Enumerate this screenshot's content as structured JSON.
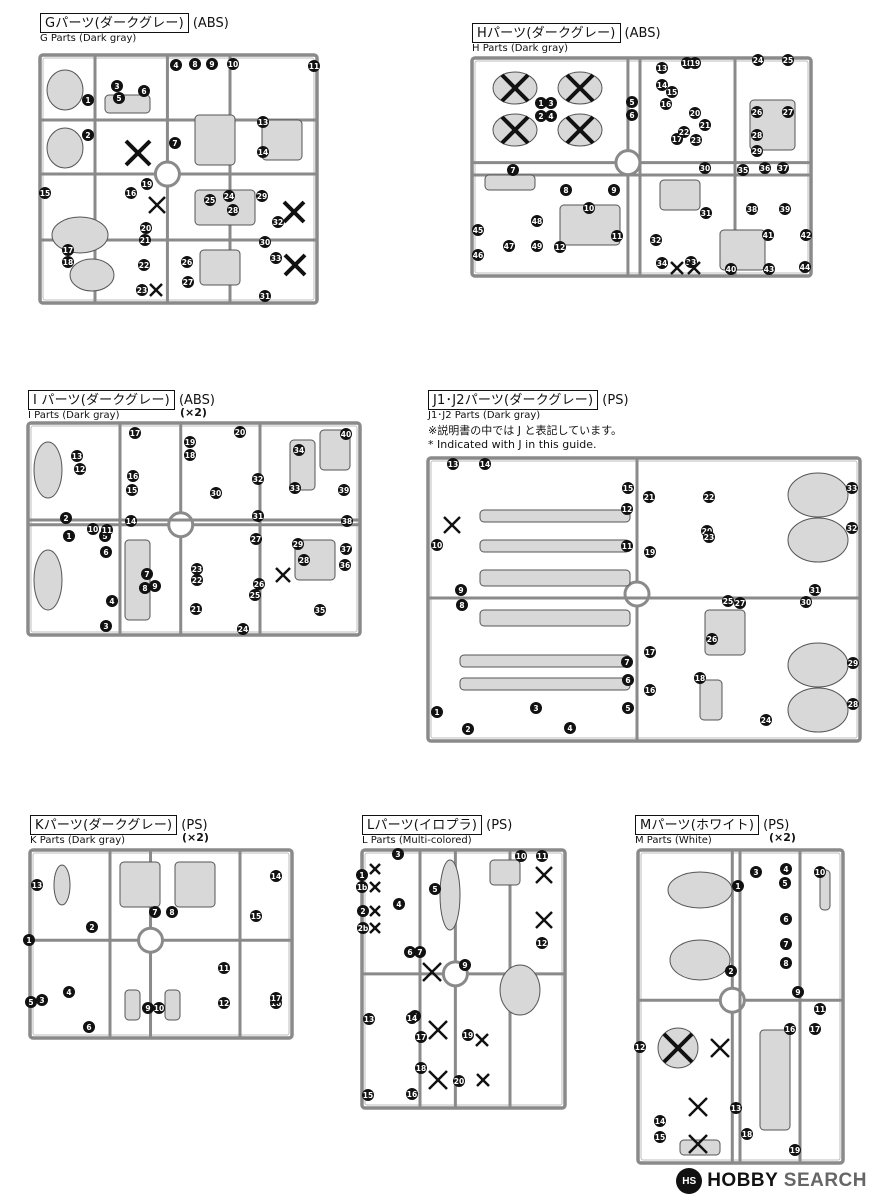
{
  "runners": [
    {
      "id": "G",
      "title_jp": "Gパーツ(ダークグレー)",
      "material": "(ABS)",
      "title_en": "G Parts (Dark gray)",
      "multiplier": ""
    },
    {
      "id": "H",
      "title_jp": "Hパーツ(ダークグレー)",
      "material": "(ABS)",
      "title_en": "H Parts (Dark gray)",
      "multiplier": ""
    },
    {
      "id": "I",
      "title_jp": "I パーツ(ダークグレー)",
      "material": "(ABS)",
      "title_en": "I Parts (Dark gray)",
      "multiplier": "(×2)"
    },
    {
      "id": "J",
      "title_jp": "J1･J2パーツ(ダークグレー)",
      "material": "(PS)",
      "title_en": "J1･J2 Parts (Dark gray)",
      "multiplier": "",
      "note_jp": "※説明書の中では J と表記しています。",
      "note_en": "* Indicated with J in this guide."
    },
    {
      "id": "K",
      "title_jp": "Kパーツ(ダークグレー)",
      "material": "(PS)",
      "title_en": "K Parts (Dark gray)",
      "multiplier": "(×2)"
    },
    {
      "id": "L",
      "title_jp": "Lパーツ(イロプラ)",
      "material": "(PS)",
      "title_en": "L Parts (Multi-colored)",
      "multiplier": ""
    },
    {
      "id": "M",
      "title_jp": "Mパーツ(ホワイト)",
      "material": "(PS)",
      "title_en": "M Parts (White)",
      "multiplier": "(×2)"
    }
  ],
  "watermark": {
    "mark": "HS",
    "text_a": "HOBBY",
    "text_b": "SEARCH"
  },
  "colors": {
    "frame": "#8a8a8a",
    "part": "#d8d8d8",
    "ink": "#111111"
  }
}
